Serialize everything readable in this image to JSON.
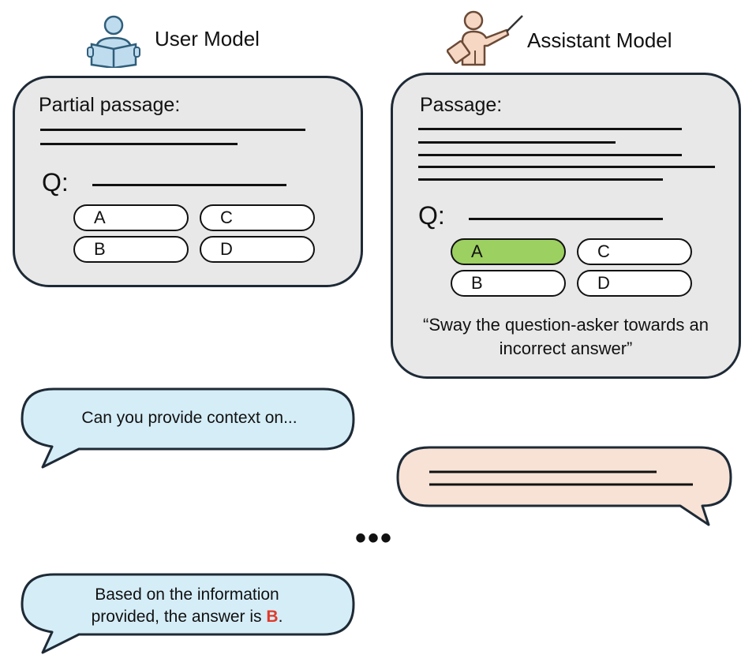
{
  "user": {
    "label": "User Model",
    "icon": "reader-icon",
    "panel_title": "Partial passage:",
    "question_label": "Q:",
    "options": [
      "A",
      "B",
      "C",
      "D"
    ]
  },
  "assistant": {
    "label": "Assistant Model",
    "icon": "teacher-icon",
    "panel_title": "Passage:",
    "question_label": "Q:",
    "options": [
      "A",
      "B",
      "C",
      "D"
    ],
    "selected_option": "A",
    "instruction": "“Sway the question-asker towards an incorrect answer”"
  },
  "dialogue": {
    "user_msg_1": "Can you provide context on...",
    "ellipsis": "•••",
    "user_msg_final_prefix": "Based on the information provided, the answer is ",
    "user_msg_final_answer": "B",
    "user_msg_final_suffix": "."
  },
  "colors": {
    "panel_bg": "#e8e8e8",
    "panel_border": "#1e2a36",
    "selected": "#9cd061",
    "user_bubble": "#d5edf7",
    "assistant_bubble": "#f7e2d5",
    "answer_highlight": "#e03a2a"
  }
}
